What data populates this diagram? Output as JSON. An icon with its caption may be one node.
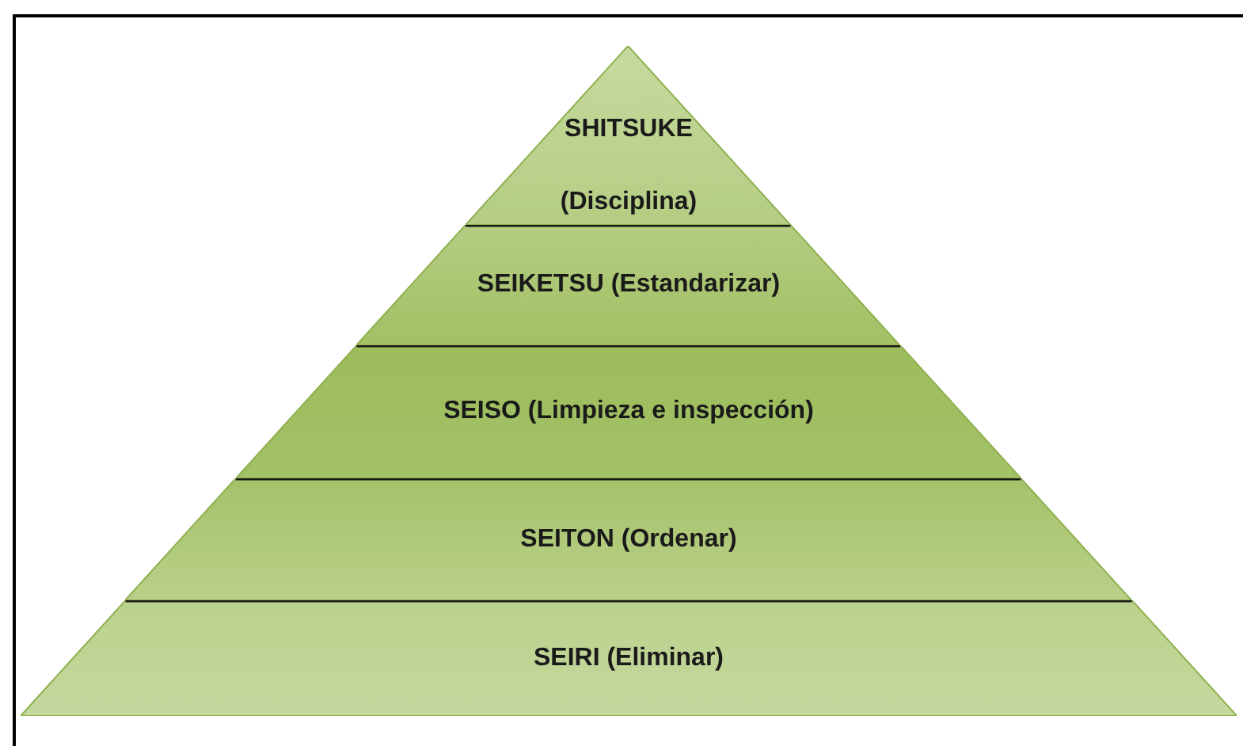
{
  "diagram": {
    "nodes": [
      {
        "text": [
          "SHITSUKE",
          "(Disciplina)"
        ]
      },
      {
        "text": [
          "SEIKETSU (Estandarizar)"
        ]
      },
      {
        "text": [
          "SEISO (Limpieza e inspección)"
        ]
      },
      {
        "text": [
          "SEITON (Ordenar)"
        ]
      },
      {
        "text": [
          "SEIRI (Eliminar)"
        ]
      }
    ]
  }
}
